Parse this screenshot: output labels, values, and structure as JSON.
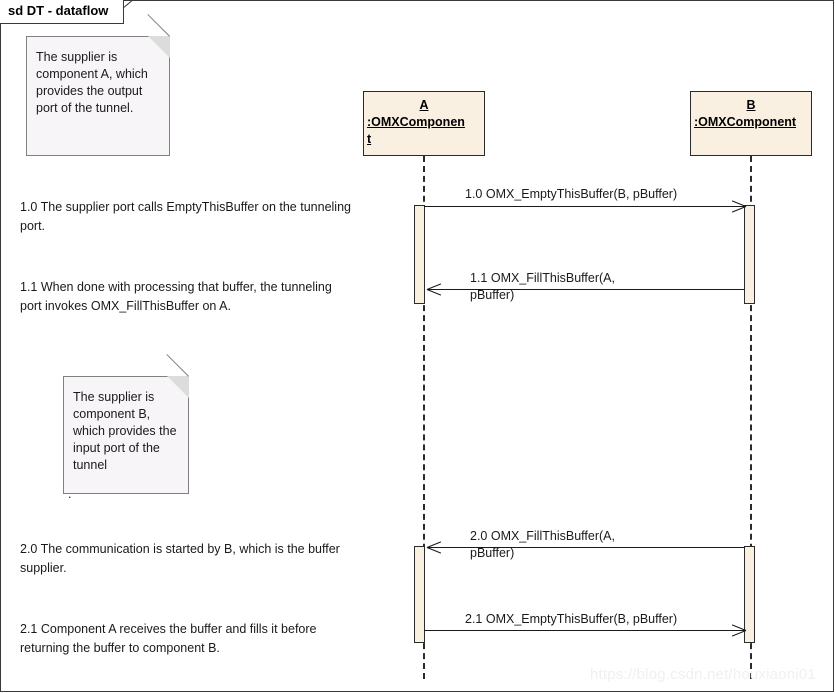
{
  "frame": {
    "title": "sd DT - dataflow"
  },
  "notes": [
    {
      "id": "note-supplier-a",
      "text": "The supplier is component A, which provides the output port of the tunnel.",
      "trailing_dot": ""
    },
    {
      "id": "note-supplier-b",
      "text": "The supplier is component B, which provides the input port of the tunnel",
      "trailing_dot": "."
    }
  ],
  "descriptions": [
    {
      "id": "desc-1-0",
      "text": "1.0 The supplier port calls EmptyThisBuffer on the tunneling port."
    },
    {
      "id": "desc-1-1",
      "text": "1.1 When done with processing that buffer, the tunneling port invokes OMX_FillThisBuffer on A."
    },
    {
      "id": "desc-2-0",
      "text": "2.0 The communication is started by B, which is the buffer supplier."
    },
    {
      "id": "desc-2-1",
      "text": "2.1 Component A receives the buffer and fills it before returning the buffer to component B."
    }
  ],
  "lifelines": [
    {
      "id": "lifeline-a",
      "name": "A",
      "type": ":OMXComponen",
      "type_overflow": "t"
    },
    {
      "id": "lifeline-b",
      "name": "B",
      "type": ":OMXComponent",
      "type_overflow": ""
    }
  ],
  "messages": [
    {
      "id": "message-1-0",
      "label": "1.0 OMX_EmptyThisBuffer(B, pBuffer)",
      "direction": "right",
      "from": "A",
      "to": "B"
    },
    {
      "id": "message-1-1",
      "label": "1.1 OMX_FillThisBuffer(A,\npBuffer)",
      "direction": "left",
      "from": "B",
      "to": "A"
    },
    {
      "id": "message-2-0",
      "label": "2.0 OMX_FillThisBuffer(A,\npBuffer)",
      "direction": "left",
      "from": "B",
      "to": "A"
    },
    {
      "id": "message-2-1",
      "label": "2.1 OMX_EmptyThisBuffer(B, pBuffer)",
      "direction": "right",
      "from": "A",
      "to": "B"
    }
  ],
  "watermark": {
    "text": "https://blog.csdn.net/houxiaoni01"
  },
  "colors": {
    "lifeline_fill": "#faf0e1",
    "note_fill": "#f7f5f7",
    "line": "#2b2b2b",
    "watermark": "#f0f0f0"
  }
}
